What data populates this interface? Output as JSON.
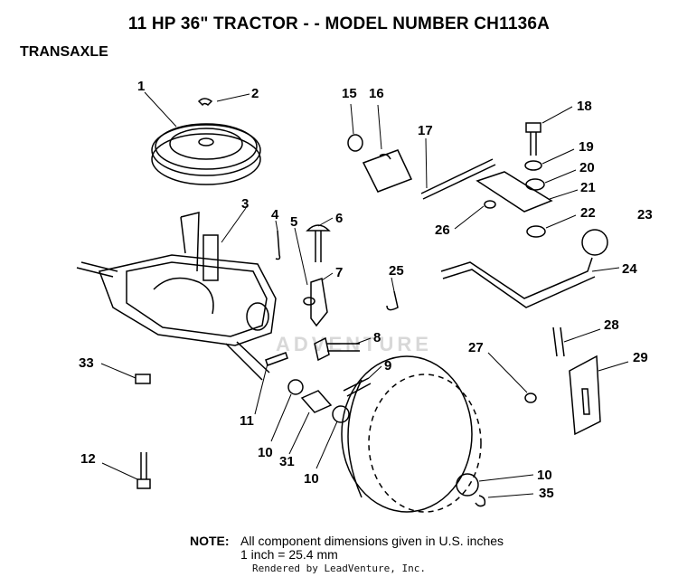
{
  "header": {
    "title": "11 HP 36\"  TRACTOR  - - MODEL NUMBER CH1136A",
    "section": "TRANSAXLE"
  },
  "watermark": "ADVENTURE",
  "callouts": [
    "1",
    "2",
    "3",
    "4",
    "5",
    "6",
    "7",
    "8",
    "9",
    "10",
    "10",
    "10",
    "11",
    "12",
    "15",
    "16",
    "17",
    "18",
    "19",
    "20",
    "21",
    "22",
    "23",
    "24",
    "25",
    "26",
    "27",
    "28",
    "29",
    "31",
    "33",
    "35"
  ],
  "note": {
    "label": "NOTE:",
    "line1": "All component dimensions given in U.S. inches",
    "line2": "1 inch = 25.4 mm"
  },
  "credit": "Rendered by LeadVenture, Inc."
}
